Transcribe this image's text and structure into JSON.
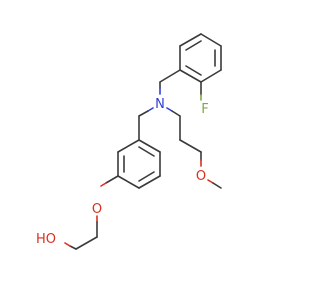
{
  "molecule": {
    "atoms": {
      "fluorine": {
        "symbol": "F",
        "color": "#7fa844"
      },
      "nitrogen": {
        "symbol": "N",
        "color": "#2f3fd6"
      },
      "ether_oxygen": {
        "symbol": "O",
        "color": "#d9301e"
      },
      "aryl_ether_oxygen": {
        "symbol": "O",
        "color": "#d9301e"
      },
      "hydroxyl": {
        "symbol": "HO",
        "color": "#d9301e"
      }
    },
    "bond_color": "#3a3a3a"
  }
}
